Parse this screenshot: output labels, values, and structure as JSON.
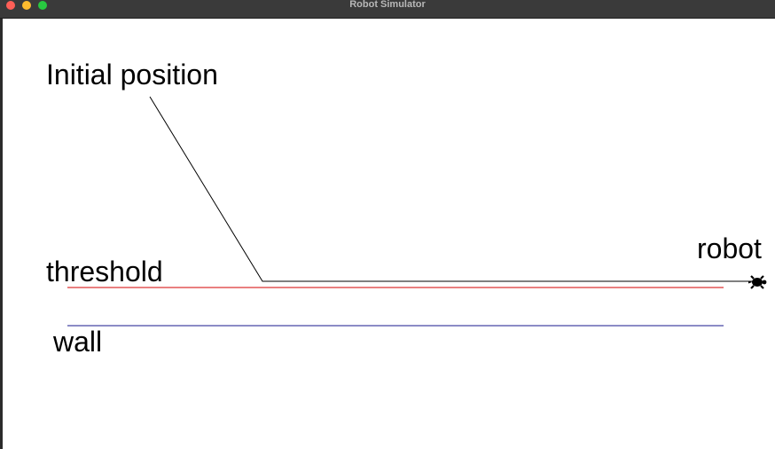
{
  "window": {
    "title": "Robot Simulator"
  },
  "labels": {
    "initial_position": "Initial position",
    "robot": "robot",
    "threshold": "threshold",
    "wall": "wall"
  },
  "colors": {
    "path": "#000000",
    "threshold": "#d40000",
    "wall": "#1a1a8c",
    "robot": "#000000"
  },
  "icons": {
    "robot": "turtle-icon"
  }
}
